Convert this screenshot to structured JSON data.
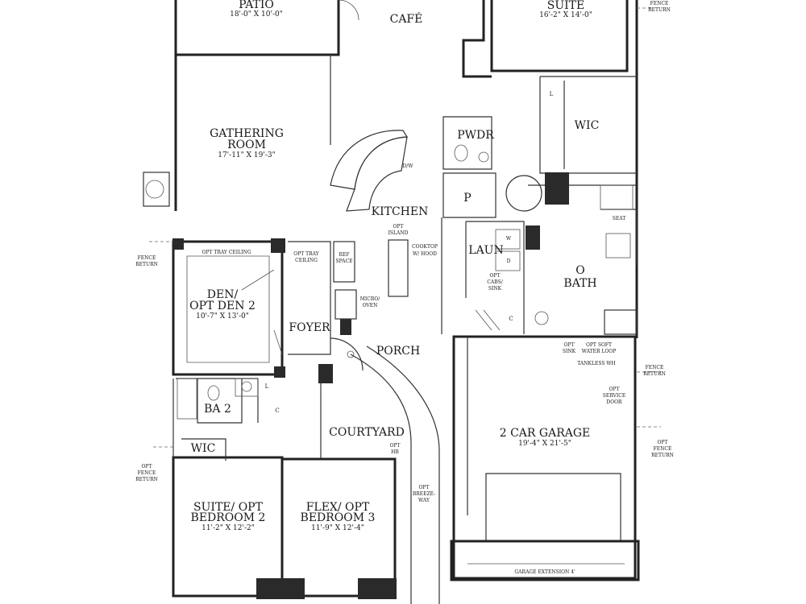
{
  "rooms": {
    "patio": {
      "name": "PATIO",
      "dims": "18'-0\" X 10'-0\""
    },
    "cafe": {
      "name": "CAFÉ"
    },
    "suite_master": {
      "name": "SUITE",
      "dims": "16'-2\" X 14'-0\""
    },
    "gathering": {
      "name_line1": "GATHERING",
      "name_line2": "ROOM",
      "dims": "17'-11\" X 19'-3\""
    },
    "pwdr": {
      "name": "PWDR"
    },
    "wic_master": {
      "name": "WIC"
    },
    "kitchen": {
      "name": "KITCHEN"
    },
    "den": {
      "name_line1": "DEN/",
      "name_line2": "OPT DEN 2",
      "dims": "10'-7\" X 13'-0\""
    },
    "foyer": {
      "name": "FOYER"
    },
    "porch": {
      "name": "PORCH"
    },
    "laun": {
      "name": "LAUN"
    },
    "bath": {
      "name_line1": "O",
      "name_line2": "BATH"
    },
    "pantry": {
      "name": "P"
    },
    "ba2": {
      "name": "BA 2"
    },
    "courtyard": {
      "name": "COURTYARD"
    },
    "garage": {
      "name": "2 CAR GARAGE",
      "dims": "19'-4\" X 21'-5\""
    },
    "wic_2": {
      "name": "WIC"
    },
    "suite2": {
      "name_line1": "SUITE/ OPT",
      "name_line2": "BEDROOM 2",
      "dims": "11'-2\" X 12'-2\""
    },
    "flex": {
      "name_line1": "FLEX/ OPT",
      "name_line2": "BEDROOM 3",
      "dims": "11'-9\" X 12'-4\""
    }
  },
  "notes": {
    "fence_return_top": [
      "FENCE",
      "RETURN"
    ],
    "fence_return_left": [
      "FENCE",
      "RETURN"
    ],
    "opt_fence_return_left": [
      "OPT",
      "FENCE",
      "RETURN"
    ],
    "opt_fence_return_right": [
      "OPT",
      "FENCE",
      "RETURN"
    ],
    "fence_return_right": [
      "FENCE",
      "RETURN"
    ],
    "opt_island": [
      "OPT",
      "ISLAND"
    ],
    "cooktop": [
      "COOKTOP",
      "W/ HOOD"
    ],
    "micro_oven": [
      "MICRO/",
      "OVEN"
    ],
    "dw": "D/W",
    "opt_tray_den": "OPT TRAY CEILING",
    "opt_tray_foyer": [
      "OPT TRAY",
      "CEILING"
    ],
    "ref_space": [
      "REF",
      "SPACE"
    ],
    "opt_cabs": [
      "OPT",
      "CABS/",
      "SINK"
    ],
    "seat": "SEAT",
    "opt_sink": [
      "OPT",
      "SINK"
    ],
    "opt_soft": [
      "OPT SOFT",
      "WATER LOOP"
    ],
    "tankless": "TANKLESS WH",
    "service_door": [
      "OPT",
      "SERVICE",
      "DOOR"
    ],
    "opt_hb": [
      "OPT",
      "HB"
    ],
    "breezeway": [
      "OPT",
      "BREEZE-",
      "WAY"
    ],
    "garage_ext": "GARAGE EXTENSION 4'",
    "linen": "L",
    "closet": "C",
    "wd_w": "W",
    "wd_d": "D"
  }
}
